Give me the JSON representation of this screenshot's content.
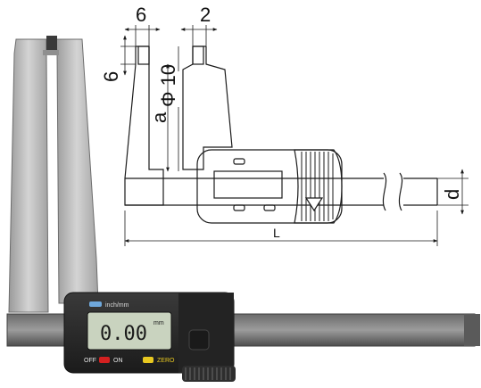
{
  "drawing": {
    "dim_jaw_width": "6",
    "dim_jaw_tip": "2",
    "dim_jaw_thickness": "6",
    "dim_phi": "Φ 10",
    "dim_depth": "a",
    "dim_length": "L",
    "dim_beam": "d"
  },
  "photo": {
    "unit_button": "inch/mm",
    "display_value": "0.00",
    "display_unit": "mm",
    "off_label": "OFF",
    "on_label": "ON",
    "zero_label": "ZERO"
  },
  "colors": {
    "line": "#1a1a1a",
    "steel": "#b9b9b9",
    "body": "#2b2b2b",
    "lcd": "#c9d3bf",
    "red_button": "#d42020",
    "yellow_button": "#e8c820",
    "blue_button": "#6fa8dc"
  }
}
